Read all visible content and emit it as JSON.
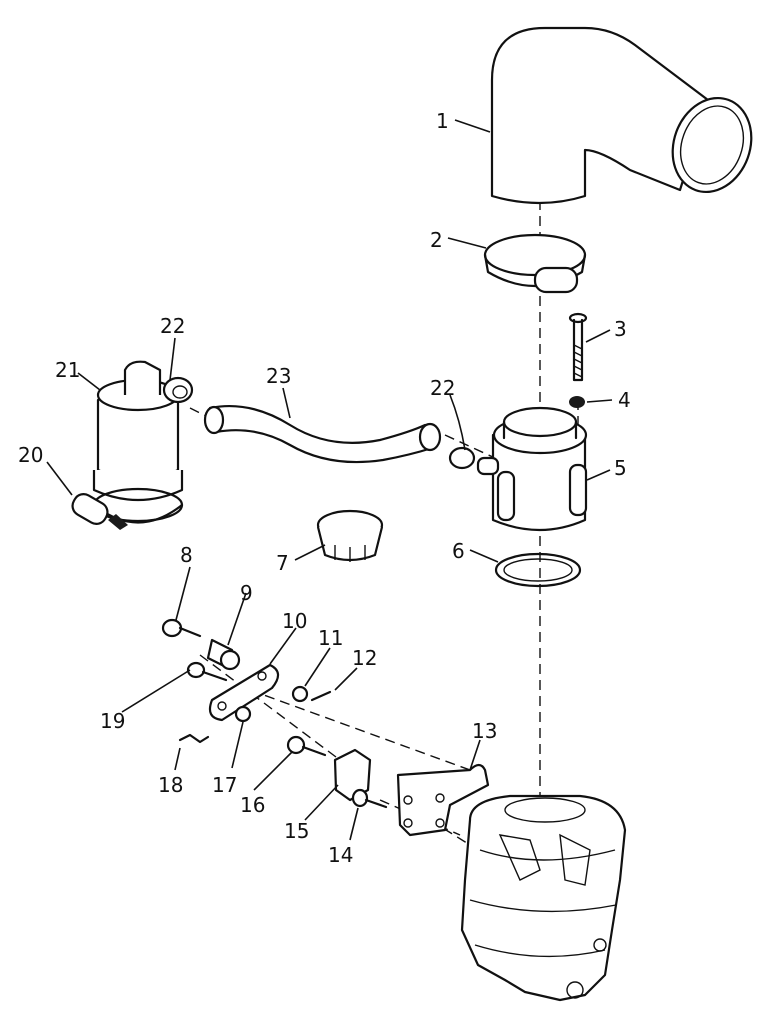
{
  "callouts": {
    "c1": "1",
    "c2": "2",
    "c3": "3",
    "c4": "4",
    "c5": "5",
    "c6": "6",
    "c7": "7",
    "c8": "8",
    "c9": "9",
    "c10": "10",
    "c11": "11",
    "c12": "12",
    "c13": "13",
    "c14": "14",
    "c15": "15",
    "c16": "16",
    "c17": "17",
    "c18": "18",
    "c19": "19",
    "c20": "20",
    "c21": "21",
    "c22a": "22",
    "c22b": "22",
    "c23": "23"
  }
}
